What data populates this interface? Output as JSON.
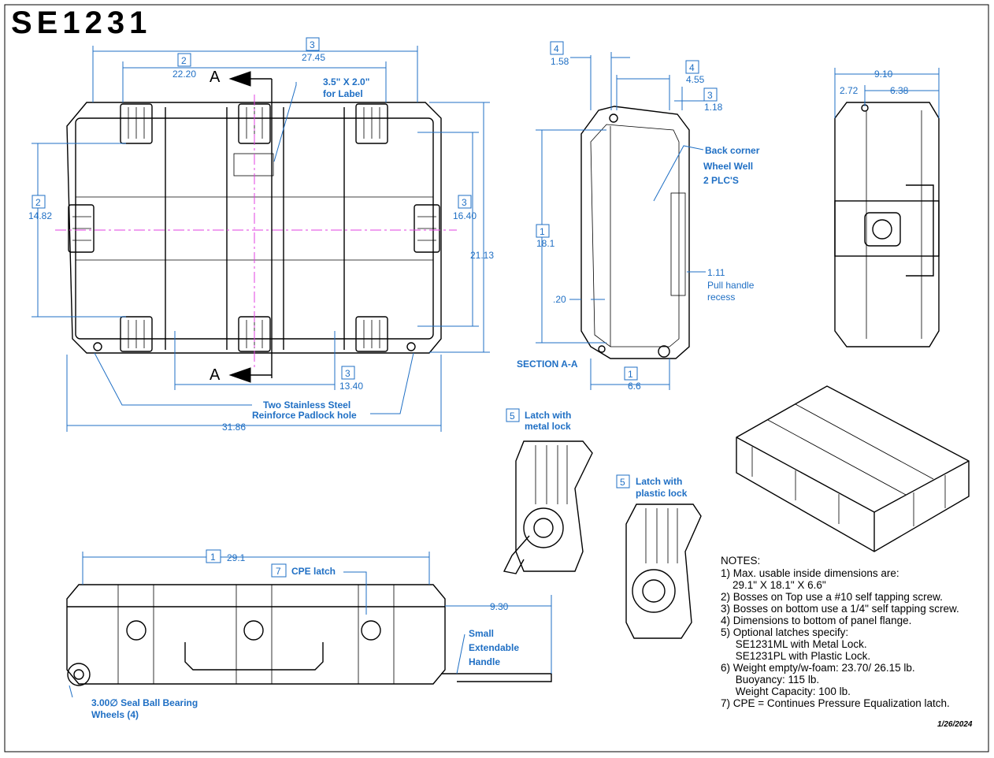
{
  "title": "SE1231",
  "date": "1/26/2024",
  "section_label": "SECTION A-A",
  "section_marks": [
    "A",
    "A"
  ],
  "dimensions": {
    "top_overall_w": {
      "ref": "3",
      "value": "27.45"
    },
    "top_inner_w": {
      "ref": "2",
      "value": "22.20"
    },
    "top_left_h": {
      "ref": "2",
      "value": "14.82"
    },
    "top_right_h": {
      "ref": "3",
      "value": "16.40"
    },
    "top_total_h": {
      "value": "21.13"
    },
    "top_bottom_w": {
      "ref": "3",
      "value": "13.40"
    },
    "top_overall": {
      "value": "31.86"
    },
    "sec_flange": {
      "ref": "4",
      "value": "1.58"
    },
    "sec_depth": {
      "ref": "4",
      "value": "4.55"
    },
    "sec_lid": {
      "ref": "3",
      "value": "1.18"
    },
    "sec_height": {
      "ref": "1",
      "value": "18.1"
    },
    "sec_wall": {
      "value": ".20"
    },
    "sec_inner": {
      "ref": "1",
      "value": "6.6"
    },
    "sec_recess": {
      "value": "1.11"
    },
    "side_total": {
      "value": "9.10"
    },
    "side_a": {
      "value": "2.72"
    },
    "side_b": {
      "value": "6.38"
    },
    "front_w": {
      "ref": "1",
      "value": "29.1"
    },
    "front_handle": {
      "value": "9.30"
    }
  },
  "callouts": {
    "label": [
      "3.5\" X 2.0\"",
      "for Label"
    ],
    "padlock": [
      "Two Stainless Steel",
      "Reinforce Padlock hole"
    ],
    "wheel_well": [
      "Back corner",
      "Wheel Well",
      "2 PLC'S"
    ],
    "pull_handle": [
      "Pull handle",
      "recess"
    ],
    "latch_metal": {
      "ref": "5",
      "lines": [
        "Latch with",
        "metal lock"
      ]
    },
    "latch_plastic": {
      "ref": "5",
      "lines": [
        "Latch with",
        "plastic lock"
      ]
    },
    "cpe": {
      "ref": "7",
      "text": "CPE latch"
    },
    "handle": [
      "Small",
      "Extendable",
      "Handle"
    ],
    "wheels": [
      "3.00∅  Seal Ball Bearing",
      "Wheels (4)"
    ]
  },
  "notes": [
    "NOTES:",
    "1) Max. usable inside dimensions are:",
    "    29.1\" X 18.1\" X 6.6\"",
    "2) Bosses on Top use a #10 self tapping screw.",
    "3) Bosses on bottom use a 1/4\" self tapping screw.",
    "4) Dimensions to bottom of panel flange.",
    "5) Optional latches specify:",
    "     SE1231ML with Metal Lock.",
    "     SE1231PL with Plastic Lock.",
    "6) Weight empty/w-foam: 23.70/ 26.15 lb.",
    "     Buoyancy: 115 lb.",
    "     Weight Capacity: 100 lb.",
    "7) CPE = Continues Pressure Equalization latch."
  ],
  "colors": {
    "dimension": "#1f6fc4",
    "centerline": "#e040e0",
    "ink": "#000000"
  }
}
